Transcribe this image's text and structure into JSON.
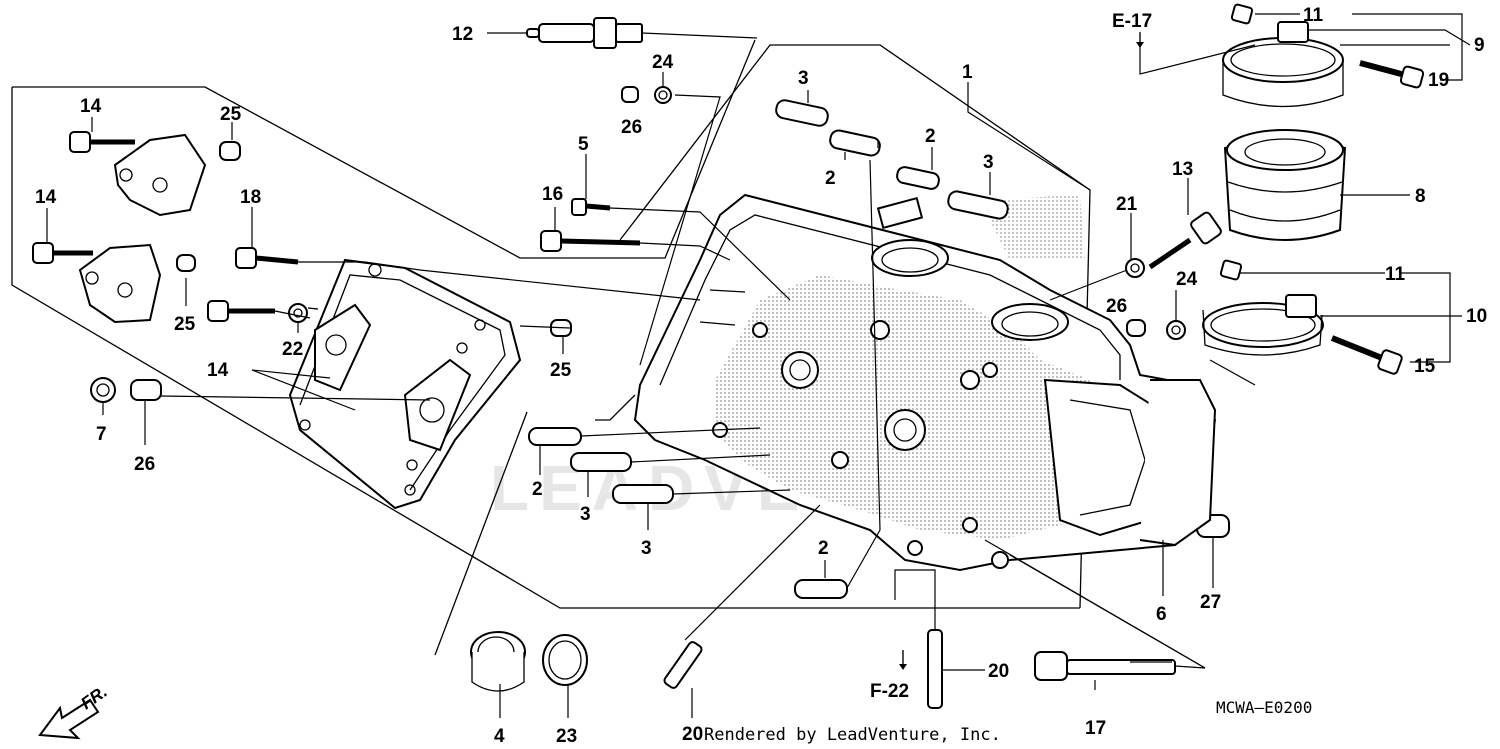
{
  "diagram_code": "MCWA–E0200",
  "credit": "Rendered by LeadVenture, Inc.",
  "watermark": "LEADVENTURE",
  "front_arrow_label": "FR.",
  "references": [
    {
      "id": "ref-e17",
      "label": "E-17"
    },
    {
      "id": "ref-f22",
      "label": "F-22"
    }
  ],
  "callouts": [
    {
      "id": "c12",
      "label": "12"
    },
    {
      "id": "c24a",
      "label": "24"
    },
    {
      "id": "c26a",
      "label": "26"
    },
    {
      "id": "c1",
      "label": "1"
    },
    {
      "id": "c3a",
      "label": "3"
    },
    {
      "id": "c2a",
      "label": "2"
    },
    {
      "id": "c2b",
      "label": "2"
    },
    {
      "id": "c3b",
      "label": "3"
    },
    {
      "id": "c5",
      "label": "5"
    },
    {
      "id": "c16",
      "label": "16"
    },
    {
      "id": "c14a",
      "label": "14"
    },
    {
      "id": "c25a",
      "label": "25"
    },
    {
      "id": "c14b",
      "label": "14"
    },
    {
      "id": "c18",
      "label": "18"
    },
    {
      "id": "c25b",
      "label": "25"
    },
    {
      "id": "c22",
      "label": "22"
    },
    {
      "id": "c14c",
      "label": "14"
    },
    {
      "id": "c25c",
      "label": "25"
    },
    {
      "id": "c7",
      "label": "7"
    },
    {
      "id": "c26b",
      "label": "26"
    },
    {
      "id": "c2c",
      "label": "2"
    },
    {
      "id": "c3c",
      "label": "3"
    },
    {
      "id": "c3d",
      "label": "3"
    },
    {
      "id": "c2d",
      "label": "2"
    },
    {
      "id": "c4",
      "label": "4"
    },
    {
      "id": "c23",
      "label": "23"
    },
    {
      "id": "c20a",
      "label": "20"
    },
    {
      "id": "c20b",
      "label": "20"
    },
    {
      "id": "c17",
      "label": "17"
    },
    {
      "id": "c6",
      "label": "6"
    },
    {
      "id": "c27",
      "label": "27"
    },
    {
      "id": "c11a",
      "label": "11"
    },
    {
      "id": "c9",
      "label": "9"
    },
    {
      "id": "c19",
      "label": "19"
    },
    {
      "id": "c8",
      "label": "8"
    },
    {
      "id": "c13",
      "label": "13"
    },
    {
      "id": "c21",
      "label": "21"
    },
    {
      "id": "c11b",
      "label": "11"
    },
    {
      "id": "c24b",
      "label": "24"
    },
    {
      "id": "c26c",
      "label": "26"
    },
    {
      "id": "c10",
      "label": "10"
    },
    {
      "id": "c15",
      "label": "15"
    }
  ]
}
